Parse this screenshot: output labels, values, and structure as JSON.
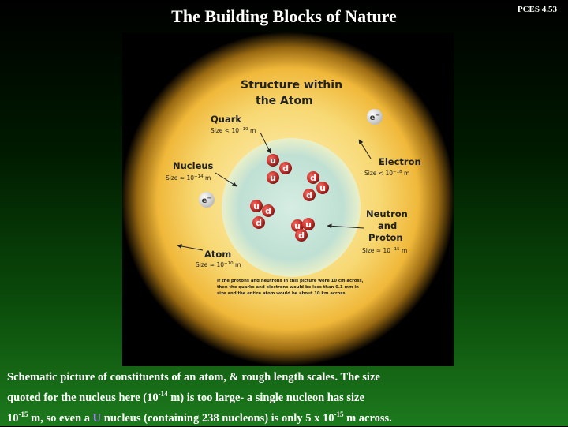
{
  "slide": {
    "title": "The Building Blocks of Nature",
    "id": "PCES 4.53"
  },
  "figure": {
    "heading_line1": "Structure within",
    "heading_line2": "the Atom",
    "quark": {
      "label": "Quark",
      "size_prefix": "Size < 10",
      "exp": "−19",
      "unit": " m"
    },
    "nucleus": {
      "label": "Nucleus",
      "size_prefix": "Size ≈ 10",
      "exp": "−14",
      "unit": " m"
    },
    "electron": {
      "label": "Electron",
      "size_prefix": "Size < 10",
      "exp": "−18",
      "unit": " m"
    },
    "neutron_proton": {
      "line1": "Neutron",
      "line2": "and",
      "line3": "Proton",
      "size_prefix": "Size ≈ 10",
      "exp": "−15",
      "unit": " m"
    },
    "atom": {
      "label": "Atom",
      "size_prefix": "Size ≈ 10",
      "exp": "−10",
      "unit": " m"
    },
    "electron_symbol": "e",
    "electron_charge": "−",
    "note_lines": [
      "If the protons and neutrons in this picture were 10 cm across,",
      "then the quarks and electrons would be less than 0.1 mm in",
      "size and the entire atom would be about 10 km across."
    ],
    "quarks": [
      "u",
      "d",
      "u",
      "d",
      "u",
      "d",
      "u",
      "d",
      "d",
      "u",
      "u",
      "d"
    ]
  },
  "caption": {
    "p1": "Schematic picture of constituents of an atom, & rough length scales. The size",
    "p2": "quoted for the nucleus here (10",
    "e1": "-14",
    "p3": " m)  is too large- a single nucleon has size",
    "p4": "10",
    "e2": "-15",
    "p5": " m, so even a ",
    "u": "U",
    "p6": " nucleus (containing 238 nucleons) is only 5 x 10",
    "e3": "-15",
    "p7": " m across."
  },
  "colors": {
    "quark_red": "#c8312c",
    "glow_yellow": "#f5c542",
    "nucleus_teal": "#c9e6d9"
  }
}
